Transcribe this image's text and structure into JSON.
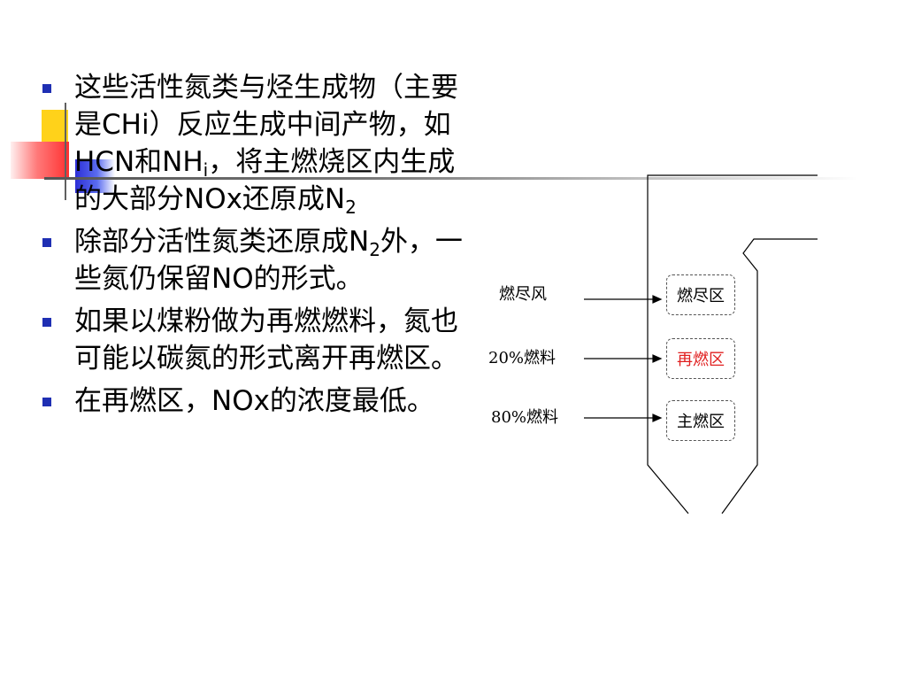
{
  "bullets": [
    {
      "parts": [
        {
          "t": "这些活性氮类与烃生成物（主要是CHi）反应生成中间产物，如HCN和NH"
        },
        {
          "t": "i",
          "sub": true
        },
        {
          "t": "，将主燃烧区内生成的大部分NOx还原成N"
        },
        {
          "t": "2",
          "sub": true
        }
      ]
    },
    {
      "parts": [
        {
          "t": "除部分活性氮类还原成N"
        },
        {
          "t": "2",
          "sub": true
        },
        {
          "t": "外，一些氮仍保留NO的形式。"
        }
      ]
    },
    {
      "parts": [
        {
          "t": "如果以煤粉做为再燃燃料，氮也可能以碳氮的形式离开再燃区。"
        }
      ]
    },
    {
      "parts": [
        {
          "t": "在再燃区，NOx的浓度最低。"
        }
      ]
    }
  ],
  "diagram": {
    "inputs": [
      "燃尽风",
      "20%燃料",
      "80%燃料"
    ],
    "zones": [
      {
        "label": "燃尽区",
        "color": "#000000"
      },
      {
        "label": "再燃区",
        "color": "#e02020"
      },
      {
        "label": "主燃区",
        "color": "#000000"
      }
    ]
  },
  "colors": {
    "bullet_marker": "#1f2fb3",
    "deco_yellow": "#ffd21a",
    "deco_blue": "#2d2fd6",
    "deco_red": "#ff3030"
  }
}
